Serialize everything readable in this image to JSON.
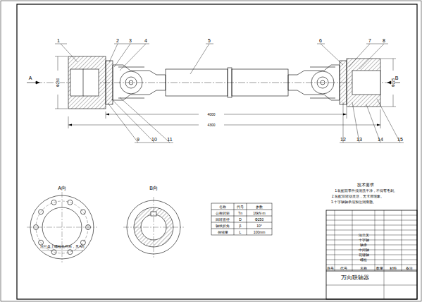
{
  "diagram": {
    "labels": [
      "1",
      "2",
      "3",
      "4",
      "5",
      "6",
      "7",
      "8",
      "9",
      "10",
      "11",
      "12",
      "13",
      "14",
      "15",
      "A",
      "B",
      "A向",
      "B向",
      "技术要求",
      "1.装配前零件须清洗干净，不得有毛刺。",
      "2.装配后转动灵活，无卡滞现象。",
      "3.十字轴轴承须加注润滑脂。",
      "名称",
      "代号",
      "参数",
      "公称转矩",
      "Tn",
      "16kN·m",
      "回转直径",
      "D",
      "Φ250",
      "轴线折角",
      "β",
      "10°",
      "伸缩量",
      "L",
      "100mm",
      "4000",
      "4300",
      "Φ250",
      "Φ225",
      "法兰盘上螺栓孔均布，见A向",
      "万向联轴器",
      "序号",
      "代号",
      "名称",
      "数量",
      "材料",
      "备注",
      "法兰叉",
      "十字轴",
      "轴承",
      "中间轴",
      "花键轴",
      "螺栓"
    ]
  }
}
